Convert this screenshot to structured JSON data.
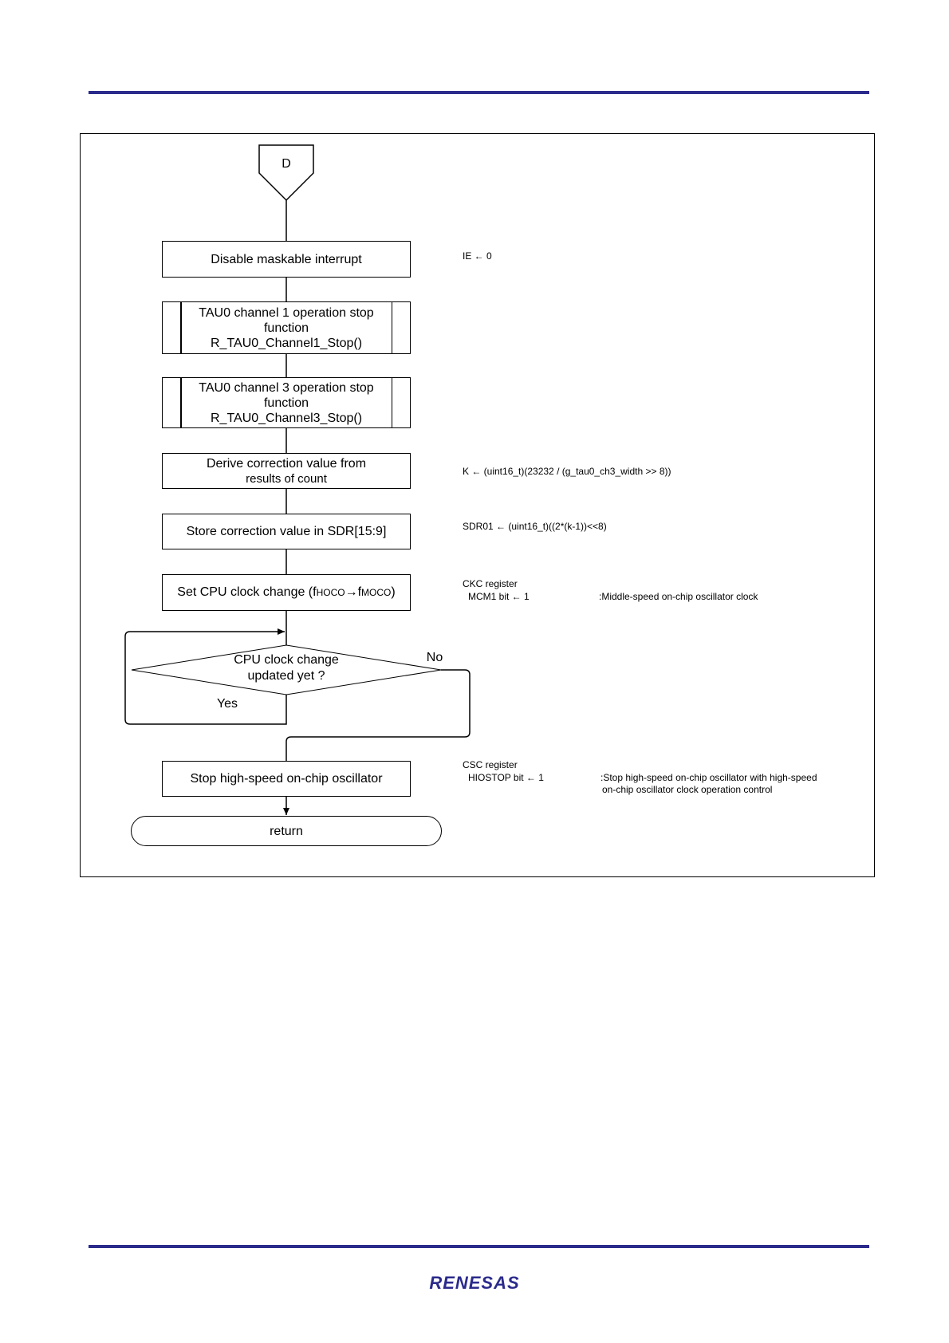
{
  "colors": {
    "accent": "#2b2b8c",
    "line": "#000000"
  },
  "connector": {
    "label": "D"
  },
  "steps": {
    "disable_interrupt": "Disable maskable interrupt",
    "tau_ch1": [
      "TAU0 channel 1 operation stop",
      "function",
      "R_TAU0_Channel1_Stop()"
    ],
    "tau_ch3": [
      "TAU0 channel 3 operation stop",
      "function",
      "R_TAU0_Channel3_Stop()"
    ],
    "derive": [
      "Derive correction value from",
      "results of count"
    ],
    "store": "Store correction value in SDR[15:9]",
    "clock_change": {
      "prefix": "Set CPU clock change (f",
      "sub1": "HOCO",
      "arrow": "→f",
      "sub2": "MOCO",
      "suffix": ")"
    },
    "decision": [
      "CPU clock change",
      "updated yet ?"
    ],
    "decision_no": "No",
    "decision_yes": "Yes",
    "stop_hoco": "Stop high-speed on-chip oscillator",
    "return": "return"
  },
  "notes": {
    "ie": "IE ← 0",
    "k": "K ← (uint16_t)(23232 / (g_tau0_ch3_width >> 8))",
    "sdr": "SDR01 ← (uint16_t)((2*(k-1))<<8)",
    "ckc_reg": "CKC register",
    "ckc_bit": "MCM1 bit ← 1",
    "ckc_desc": ":Middle-speed on-chip oscillator clock",
    "csc_reg": "CSC register",
    "csc_bit": "HIOSTOP bit ← 1",
    "csc_desc1": ":Stop high-speed on-chip oscillator with high-speed",
    "csc_desc2": "on-chip oscillator clock operation control"
  },
  "footer": {
    "logo": "RENESAS"
  }
}
